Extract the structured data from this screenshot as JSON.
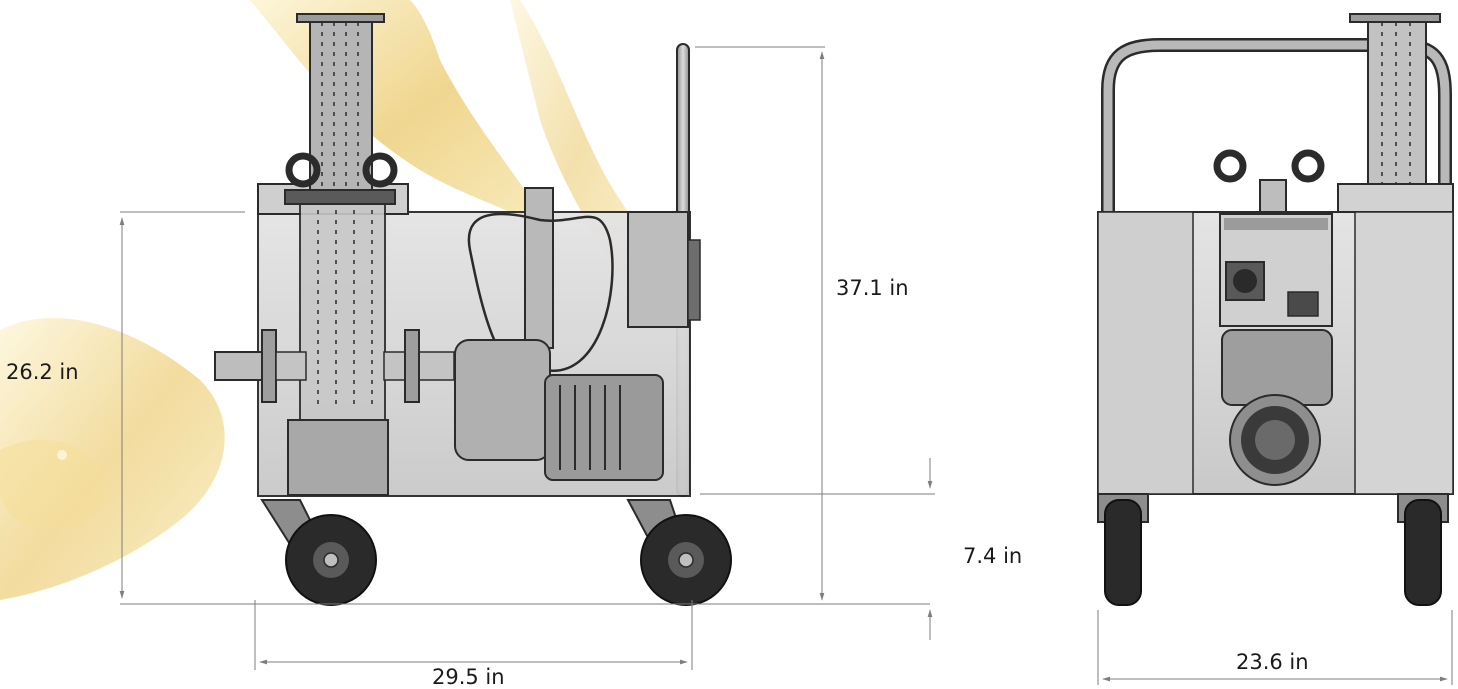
{
  "dimensions": {
    "side_total_height": "37.1 in",
    "side_tank_height": "26.2 in",
    "side_caster_height": "7.4 in",
    "side_length": "29.5 in",
    "front_width": "23.6 in"
  },
  "colors": {
    "line": "#2b2b2b",
    "tank_fill": "#d6d6d6",
    "tank_glass": "#cfcfcf",
    "metal": "#a9a9a9",
    "dark_metal": "#3c3c3c",
    "tire": "#2a2a2a",
    "dimension_line": "#7d7d7d",
    "oil_gold": "#e9c45a",
    "oil_light": "#f7e7a6"
  }
}
